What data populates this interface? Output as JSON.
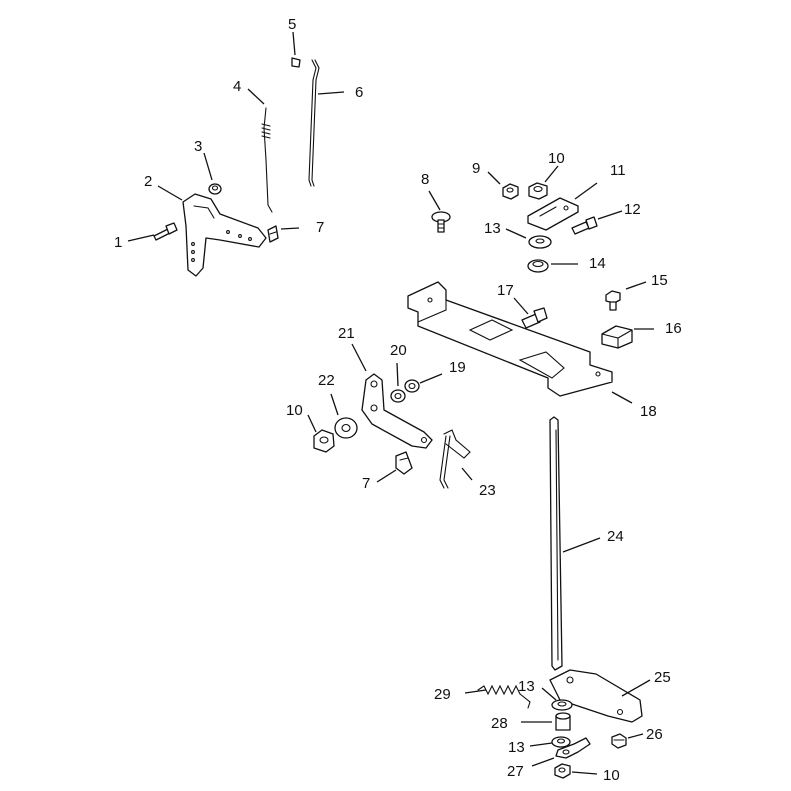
{
  "callouts": {
    "c1": "1",
    "c2": "2",
    "c3": "3",
    "c4": "4",
    "c5": "5",
    "c6": "6",
    "c7a": "7",
    "c8": "8",
    "c9": "9",
    "c10a": "10",
    "c11": "11",
    "c12": "12",
    "c13a": "13",
    "c14": "14",
    "c15": "15",
    "c16": "16",
    "c17": "17",
    "c18": "18",
    "c19": "19",
    "c20": "20",
    "c21": "21",
    "c22": "22",
    "c10b": "10",
    "c7b": "7",
    "c23": "23",
    "c24": "24",
    "c25": "25",
    "c29": "29",
    "c13b": "13",
    "c28": "28",
    "c13c": "13",
    "c26": "26",
    "c27": "27",
    "c10c": "10"
  },
  "colors": {
    "ink": "#111111",
    "paper": "#ffffff"
  }
}
